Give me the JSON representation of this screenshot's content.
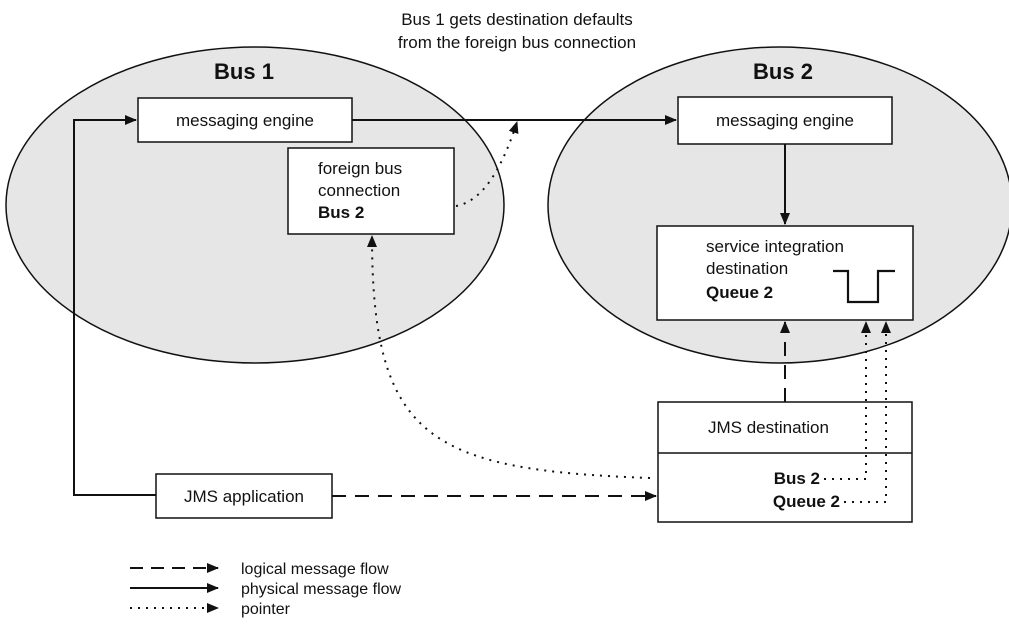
{
  "annotation": {
    "line1": "Bus 1 gets destination defaults",
    "line2": "from the foreign bus connection"
  },
  "bus1": {
    "title": "Bus 1",
    "messaging_engine": "messaging engine",
    "foreign_bus": {
      "line1": "foreign bus",
      "line2": "connection",
      "name": "Bus 2"
    }
  },
  "bus2": {
    "title": "Bus 2",
    "messaging_engine": "messaging engine",
    "destination": {
      "line1": "service integration",
      "line2": "destination",
      "name": "Queue 2"
    }
  },
  "jms_destination": {
    "title": "JMS destination",
    "bus": "Bus 2",
    "queue": "Queue 2"
  },
  "jms_application": "JMS application",
  "legend": {
    "logical": "logical message flow",
    "physical": "physical message flow",
    "pointer": "pointer"
  },
  "colors": {
    "ellipse_fill": "#e6e6e6",
    "stroke": "#111111",
    "box_fill": "#ffffff"
  }
}
